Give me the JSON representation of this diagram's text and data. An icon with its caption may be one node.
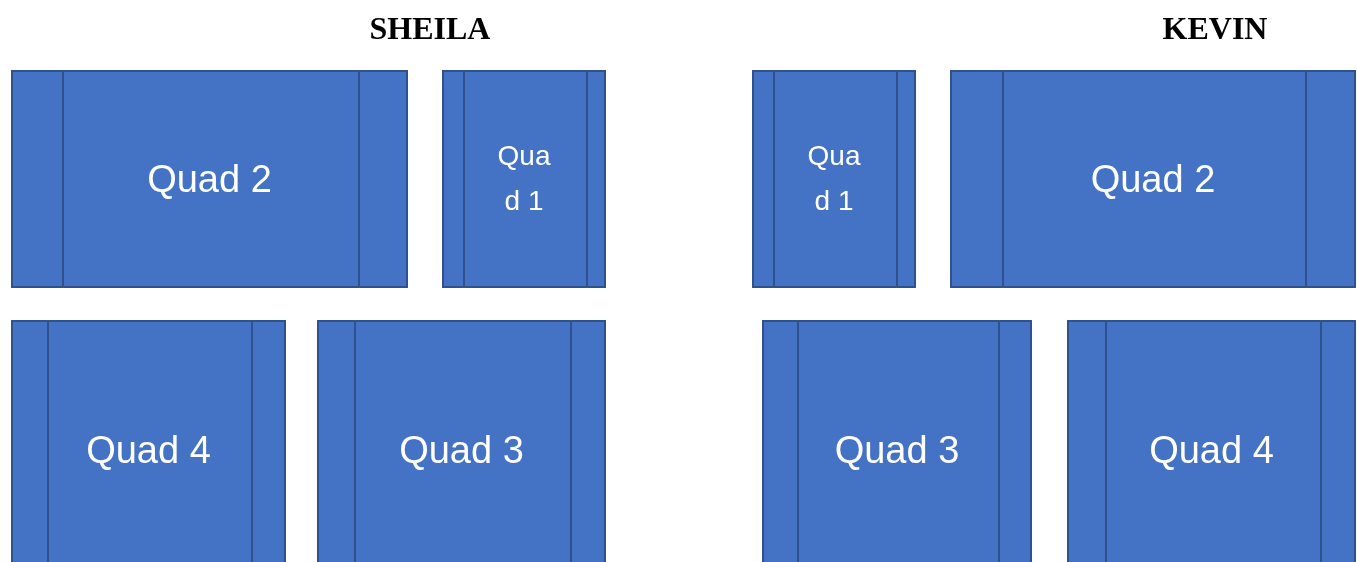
{
  "diagram": {
    "nodes": [
      {
        "text": [
          "Quad 2"
        ]
      },
      {
        "text": [
          "Quad 1"
        ]
      },
      {
        "text": [
          "Quad 4"
        ]
      },
      {
        "text": [
          "Quad 3"
        ]
      },
      {
        "text": [
          "Quad 1"
        ]
      },
      {
        "text": [
          "Quad 2"
        ]
      },
      {
        "text": [
          "Quad 3"
        ]
      },
      {
        "text": [
          "Quad 4"
        ]
      }
    ],
    "edges": [],
    "labels": [
      "SHEILA",
      "KEVIN"
    ]
  }
}
